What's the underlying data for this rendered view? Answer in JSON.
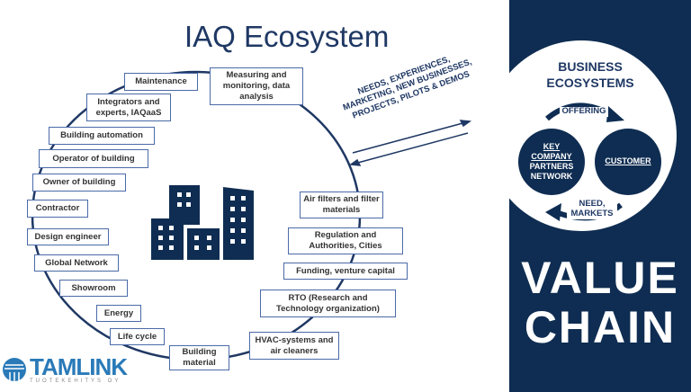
{
  "title": "IAQ Ecosystem",
  "ecosystem_items": [
    "Maintenance",
    "Measuring and monitoring, data analysis",
    "Integrators and experts, IAQaaS",
    "Building automation",
    "Operator of building",
    "Owner of building",
    "Contractor",
    "Design engineer",
    "Global Network",
    "Showroom",
    "Energy",
    "Life cycle",
    "Building material",
    "HVAC-systems and air cleaners",
    "RTO (Research and Technology organization)",
    "Funding, venture capital",
    "Regulation and Authorities, Cities",
    "Air filters and filter materials"
  ],
  "exchange_text": "NEEDS, EXPERIENCES, MARKETING, NEW BUSINESSES, PROJECTS, PILOTS & DEMOS",
  "business": {
    "title": "BUSINESS ECOSYSTEMS",
    "offering": "OFFERING",
    "need": "NEED, MARKETS",
    "key_line1": "KEY",
    "key_line2": "COMPANY",
    "key_line3": "PARTNERS NETWORK",
    "customer": "CUSTOMER"
  },
  "value_chain": {
    "line1": "VALUE",
    "line2": "CHAIN"
  },
  "logo": {
    "name": "TAMLINK",
    "sub": "TUOTEKEHITYS OY"
  },
  "colors": {
    "navy": "#0f2d52",
    "title": "#1f3864",
    "box_border": "#4a6aa8",
    "logo": "#2a7ab8"
  }
}
